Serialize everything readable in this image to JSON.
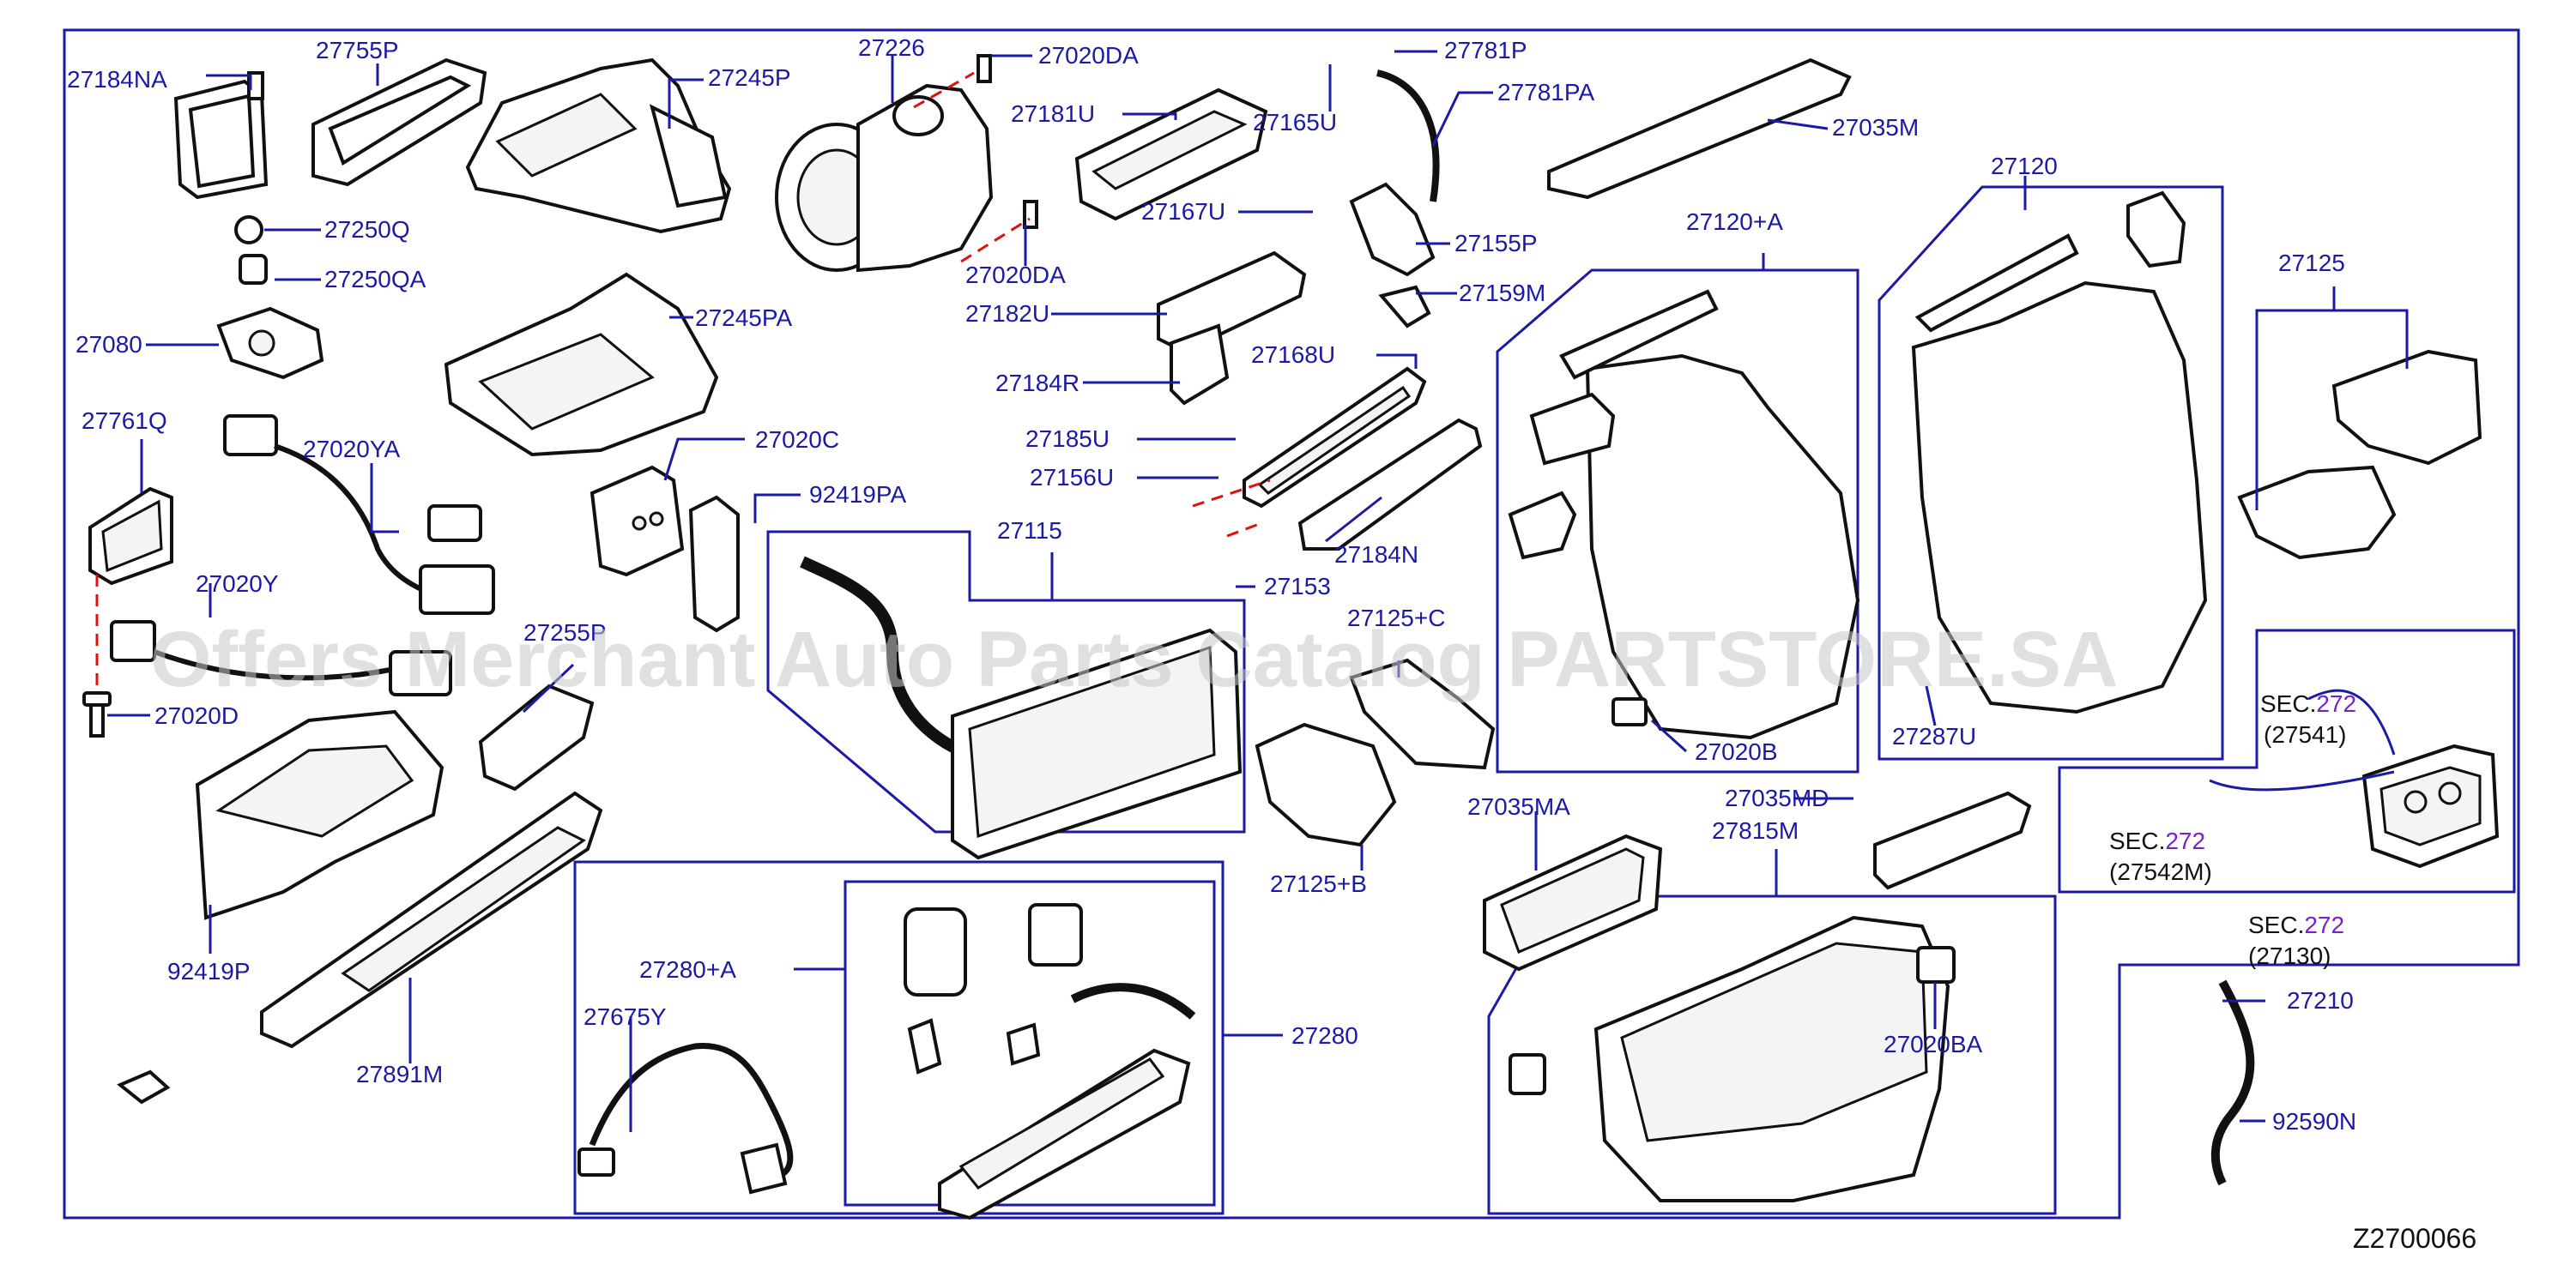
{
  "diagram_code": "Z2700066",
  "watermark": "Offers Merchant Auto Parts Catalog PARTSTORE.SA",
  "section_refs": [
    {
      "prefix": "SEC.",
      "num": "272",
      "ref": "(27541)"
    },
    {
      "prefix": "SEC.",
      "num": "272",
      "ref": "(27542M)"
    },
    {
      "prefix": "SEC.",
      "num": "272",
      "ref": "(27130)"
    }
  ],
  "labels": {
    "p27184NA": "27184NA",
    "p27755P": "27755P",
    "p27245P": "27245P",
    "p27226": "27226",
    "p27020DA_1": "27020DA",
    "p27781P": "27781P",
    "p27781PA": "27781PA",
    "p27181U": "27181U",
    "p27165U": "27165U",
    "p27035M": "27035M",
    "p27250Q": "27250Q",
    "p27250QA": "27250QA",
    "p27167U": "27167U",
    "p27020DA_2": "27020DA",
    "p27155P": "27155P",
    "p27120": "27120",
    "p27120A": "27120+A",
    "p27125": "27125",
    "p27080": "27080",
    "p27245PA": "27245PA",
    "p27182U": "27182U",
    "p27159M": "27159M",
    "p27168U": "27168U",
    "p27184R": "27184R",
    "p27761Q": "27761Q",
    "p27020YA": "27020YA",
    "p27020C": "27020C",
    "p27185U": "27185U",
    "p92419PA": "92419PA",
    "p27156U": "27156U",
    "p27115": "27115",
    "p27184N": "27184N",
    "p27020Y": "27020Y",
    "p27153": "27153",
    "p27255P": "27255P",
    "p27125C": "27125+C",
    "p27020D": "27020D",
    "p27287U": "27287U",
    "p27020B": "27020B",
    "p27125B": "27125+B",
    "p27035MA": "27035MA",
    "p27035MD": "27035MD",
    "p27815M": "27815M",
    "p92419P": "92419P",
    "p27280A": "27280+A",
    "p27675Y": "27675Y",
    "p27280": "27280",
    "p27020BA": "27020BA",
    "p27210": "27210",
    "p27891M": "27891M",
    "p92590N": "92590N"
  }
}
